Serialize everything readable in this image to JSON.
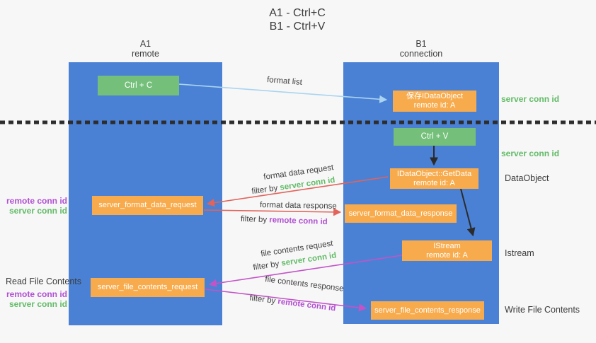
{
  "colors": {
    "background": "#f7f7f7",
    "lifeline_blue": "#4a81d4",
    "box_orange": "#f8ab4c",
    "box_green": "#74c07a",
    "arrow_lightblue": "#aad4f0",
    "arrow_red": "#e2635a",
    "arrow_magenta": "#c254c8",
    "arrow_black": "#2b2b2b",
    "label_green": "#63bb68",
    "label_magenta": "#b150d2",
    "text_dark": "#3d3d3d"
  },
  "title": {
    "line1": "A1 - Ctrl+C",
    "line2": "B1 - Ctrl+V"
  },
  "lifelines": {
    "a1": {
      "name": "A1",
      "role": "remote"
    },
    "b1": {
      "name": "B1",
      "role": "connection"
    }
  },
  "nodes": {
    "ctrl_c": {
      "label": "Ctrl + C"
    },
    "ctrl_v": {
      "label": "Ctrl + V"
    },
    "save_dataobject": {
      "line1": "保存IDataObject",
      "line2": "remote id: A"
    },
    "getdata": {
      "line1": "IDataObject::GetData",
      "line2": "remote id: A"
    },
    "istream": {
      "line1": "IStream",
      "line2": "remote id: A"
    },
    "format_request": {
      "label": "server_format_data_request"
    },
    "format_response": {
      "label": "server_format_data_response"
    },
    "file_request": {
      "label": "server_file_contents_request"
    },
    "file_response": {
      "label": "server_file_contents_response"
    }
  },
  "flow_labels": {
    "format_list": "format list",
    "format_data_request": "format data request",
    "format_data_request_filter": {
      "prefix": "filter by ",
      "key": "server conn id"
    },
    "format_data_response": "format data response",
    "format_data_response_filter": {
      "prefix": "filter by ",
      "key": "remote conn id"
    },
    "file_contents_request": "file contents request",
    "file_contents_request_filter": {
      "prefix": "filter by ",
      "key": "server conn id"
    },
    "file_contents_response": "file contents response",
    "file_contents_response_filter": {
      "prefix": "filter by ",
      "key": "remote conn id"
    }
  },
  "annotations": {
    "server_conn_id_top": "server conn id",
    "server_conn_id_mid": "server conn id",
    "dataobject": "DataObject",
    "istream": "Istream",
    "write_file_contents": "Write File Contents",
    "read_file_contents": "Read File Contents",
    "format_ids": {
      "remote": "remote conn id",
      "server": "server conn id"
    },
    "file_ids": {
      "remote": "remote conn id",
      "server": "server conn id"
    }
  }
}
